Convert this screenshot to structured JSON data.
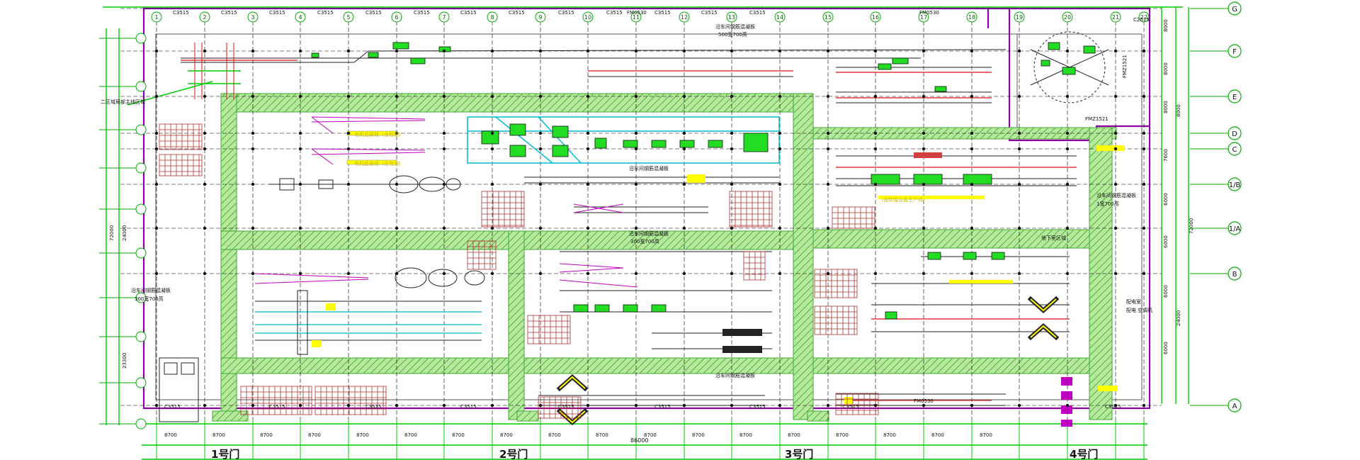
{
  "colors": {
    "frame": "#00cc00",
    "wall": "#8e00a8",
    "hatch": "#8fd96f",
    "axis": "#000000",
    "line": "#222222",
    "pipe_red": "#e01010",
    "pipe_magenta": "#c000c0",
    "equipment_yellow": "#ffff00",
    "equipment_cyan": "#00bcd4"
  },
  "column_labels": [
    "1",
    "2",
    "3",
    "4",
    "5",
    "6",
    "7",
    "8",
    "9",
    "10",
    "11",
    "12",
    "13",
    "14",
    "15",
    "16",
    "17",
    "18",
    "19",
    "20",
    "21",
    "22"
  ],
  "row_labels": [
    "G",
    "F",
    "E",
    "D",
    "C",
    "1/B",
    "1/A",
    "B",
    "A"
  ],
  "door_labels": [
    "1号门",
    "2号门",
    "3号门",
    "4号门"
  ],
  "column_tags": [
    "C3515",
    "C3515",
    "C3515",
    "C3515",
    "C3515",
    "C3515",
    "C3515",
    "C3515",
    "C3515",
    "C3515",
    "C3515",
    "C3515",
    "C3515"
  ],
  "bottom_span_labels": [
    "8700",
    "8700",
    "8700",
    "8700",
    "8700",
    "8700",
    "8700",
    "8700",
    "8700",
    "8700",
    "8700",
    "8700",
    "8700",
    "8700",
    "8700",
    "8700",
    "8700",
    "8700"
  ],
  "bottom_total": "86000",
  "left_dims": [
    "72000",
    "24000",
    "23300"
  ],
  "right_dims": [
    "8000",
    "8000",
    "8000",
    "8000",
    "7600",
    "6000",
    "6000",
    "6000",
    "6000",
    "24000",
    "72000"
  ],
  "annotations": {
    "top_note": "沿车间钢筋混凝板",
    "top_note_sub": "500宽700高",
    "left_note": "二区域局部主线区域",
    "left_note2": "沿车间钢筋混凝板",
    "left_note2_sub": "300宽700高",
    "mid_note": "沿车间钢筋混凝板",
    "mid_note_sub": "300宽700高",
    "center_note": "沿车间钢筋混凝板",
    "right_note": "沿车间钢筋混凝板",
    "right_note_sub": "1宽700高",
    "right_mid_note": "地下室区域",
    "bottom_note": "沿车间钢筋混凝板",
    "yellow_label_1": "电机组装线（含检测）",
    "yellow_label_2": "电机组装线（含检测）",
    "yellow_label_3": "（含焊接设备生产线）",
    "frame_tag_1": "FM0530",
    "frame_tag_2": "FM0530",
    "frame_tag_3": "FM0530",
    "frame_tag_4": "FMZ1521",
    "frame_tag_5": "C2015",
    "frame_tag_6": "C3015",
    "frame_tag_7": "FMZ1521",
    "right_box_label": "配电室",
    "right_box_label2": "配电 空调机"
  }
}
